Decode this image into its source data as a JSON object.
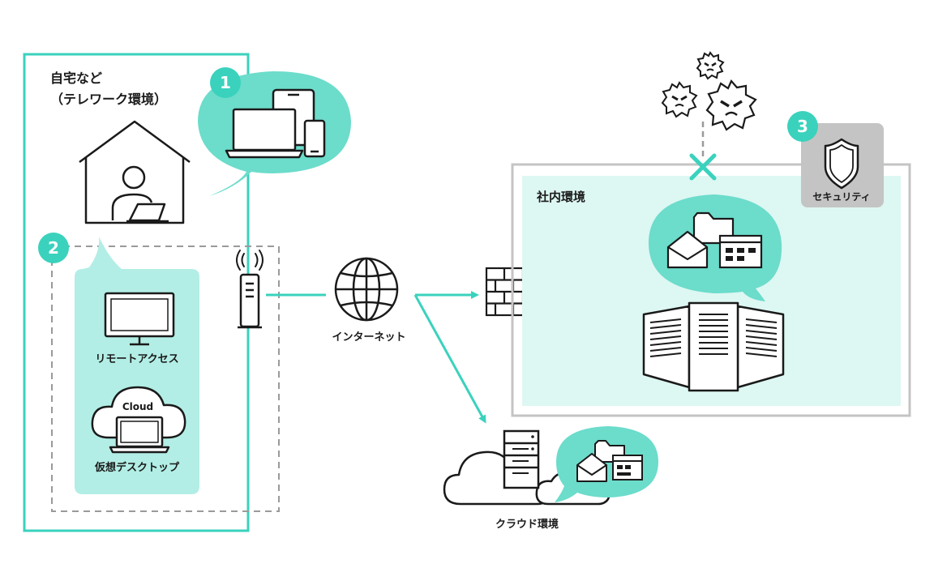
{
  "colors": {
    "accent": "#3ad2bd",
    "bubble": "#6cdccb",
    "panel_light": "#b2eee5",
    "office_fill": "#ddf7f2",
    "line_dark": "#1a1a1a",
    "gray_box": "#c4c4c4",
    "dashed": "#9a9a9a"
  },
  "home": {
    "title_line1": "自宅など",
    "title_line2": "（テレワーク環境）"
  },
  "badges": {
    "one": "1",
    "two": "2",
    "three": "3"
  },
  "remote": {
    "remote_access_label": "リモートアクセス",
    "cloud_word": "Cloud",
    "virtual_desktop_label": "仮想デスクトップ"
  },
  "internet": {
    "label": "インターネット"
  },
  "office": {
    "label": "社内環境"
  },
  "security": {
    "label": "セキュリティ"
  },
  "cloud_env": {
    "label": "クラウド環境"
  },
  "icons": [
    "house-icon",
    "user-icon",
    "laptop-icon",
    "tablet-icon",
    "smartphone-icon",
    "router-icon",
    "wifi-icon",
    "monitor-icon",
    "cloud-icon",
    "globe-icon",
    "firewall-icon",
    "fire-icon",
    "virus-icon",
    "shield-icon",
    "block-x-icon",
    "mail-icon",
    "folder-icon",
    "window-icon",
    "server-rack-icon",
    "server-icon"
  ]
}
